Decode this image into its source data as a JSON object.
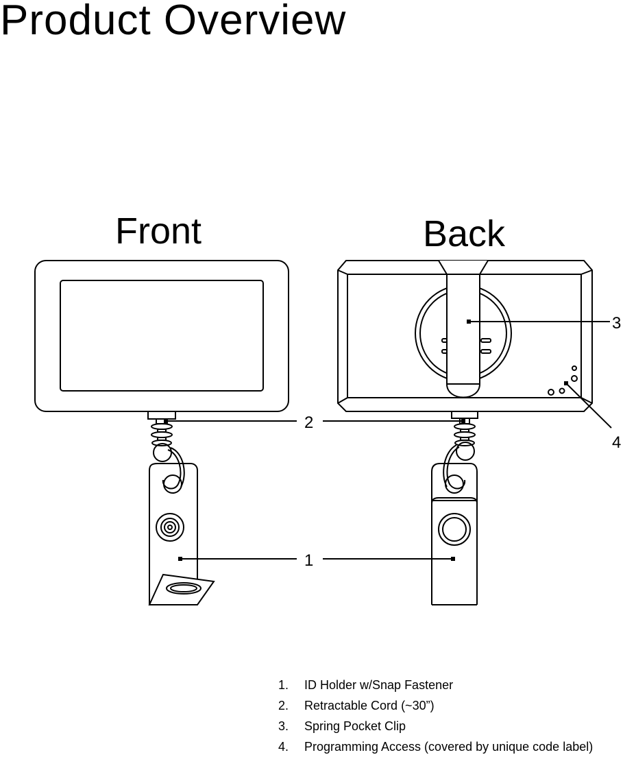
{
  "title": "Product Overview",
  "views": {
    "front": "Front",
    "back": "Back"
  },
  "callouts": {
    "c1": "1",
    "c2": "2",
    "c3": "3",
    "c4": "4"
  },
  "legend": [
    {
      "num": "1.",
      "label": "ID Holder w/Snap Fastener"
    },
    {
      "num": "2.",
      "label": "Retractable Cord (~30”)"
    },
    {
      "num": "3.",
      "label": "Spring Pocket Clip"
    },
    {
      "num": "4.",
      "label": "Programming Access (covered by unique code label)"
    }
  ]
}
